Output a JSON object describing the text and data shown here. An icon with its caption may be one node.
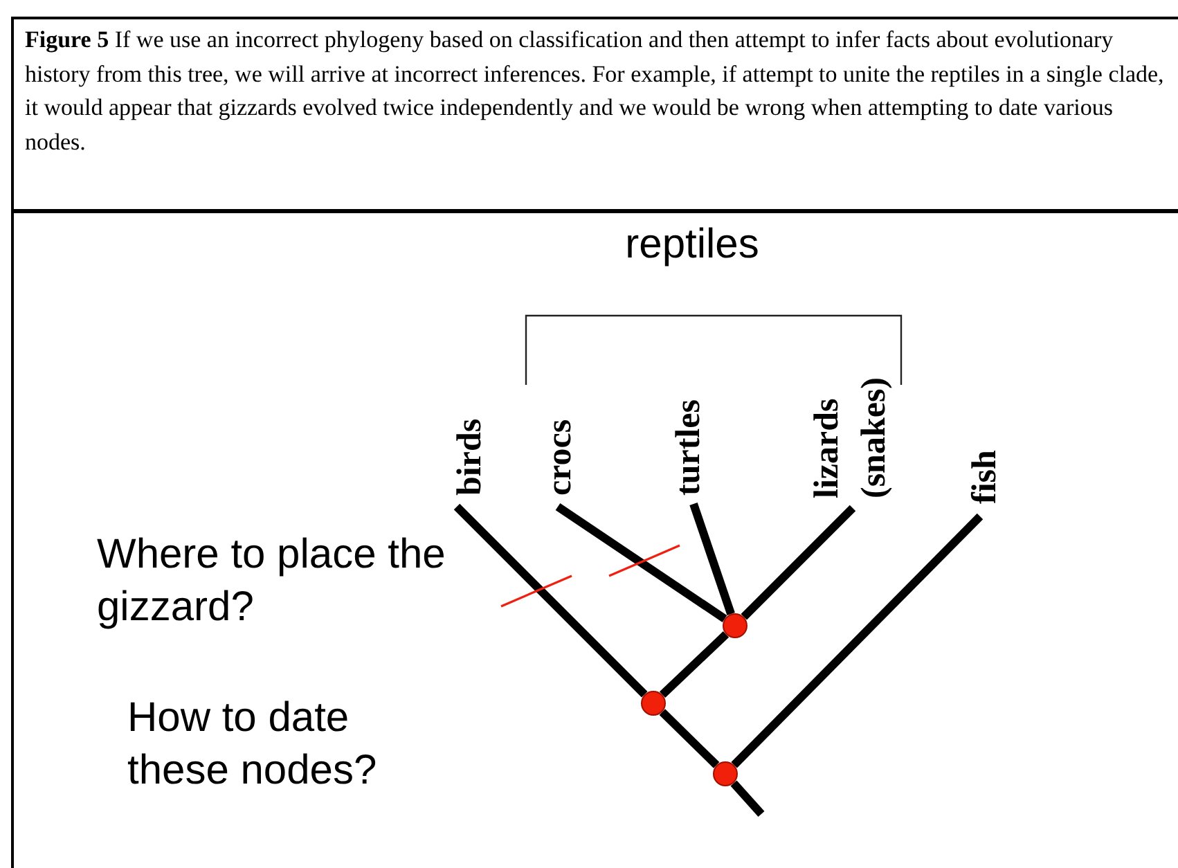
{
  "diagram": {
    "caption": "**Figure 5**  If we use an incorrect phylogeny based on classification and then attempt to infer facts about evolutionary history from this tree, we will arrive at incorrect inferences.  For example, if attempt to unite the reptiles in a single clade, it would appear that gizzards evolved twice independently and we would be wrong when attempting to date various nodes.",
    "nodes": [
      {
        "text": [
          "birds"
        ]
      },
      {
        "text": [
          "crocs"
        ]
      },
      {
        "text": [
          "turtles"
        ]
      },
      {
        "text": [
          "lizards (snakes)"
        ]
      },
      {
        "text": [
          "fish"
        ]
      },
      {
        "text": [],
        "shape": "circle"
      },
      {
        "text": [],
        "shape": "circle"
      },
      {
        "text": [],
        "shape": "circle"
      }
    ],
    "edges": [
      {
        "from": 0,
        "to": 6,
        "arrow": "none"
      },
      {
        "from": 1,
        "to": 5,
        "arrow": "none"
      },
      {
        "from": 2,
        "to": 5,
        "arrow": "none"
      },
      {
        "from": 3,
        "to": 5,
        "arrow": "none"
      },
      {
        "from": 5,
        "to": 6,
        "arrow": "none"
      },
      {
        "from": 6,
        "to": 7,
        "arrow": "none"
      },
      {
        "from": 4,
        "to": 7,
        "arrow": "none"
      },
      {
        "from": 7,
        "to": null,
        "arrow": "none"
      }
    ],
    "labels": [
      "reptiles",
      "Where to place the gizzard?",
      "How to date these nodes?"
    ]
  }
}
